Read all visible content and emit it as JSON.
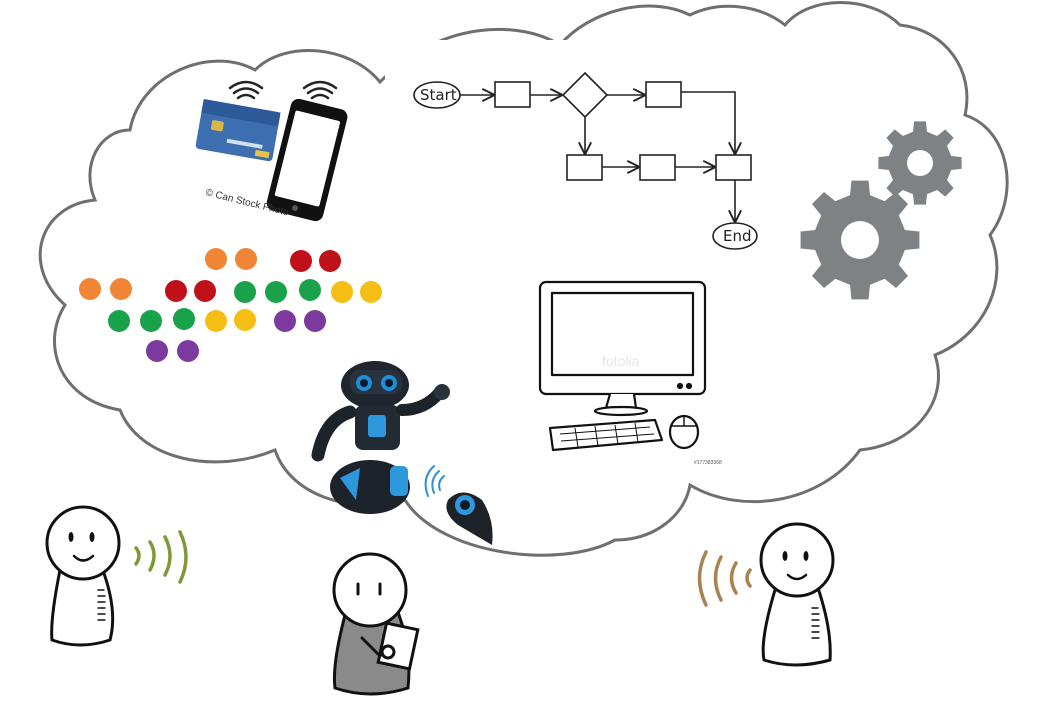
{
  "credit_text": "© Can Stock Photo",
  "flowchart": {
    "start_label": "Start",
    "end_label": "End"
  },
  "computer": {
    "watermark": "fotolia",
    "stock_id": "#177383368"
  },
  "colors": {
    "cloud_stroke": "#6f6f6f",
    "gear": "#7f8285",
    "orange": "#ef8535",
    "red": "#c0111b",
    "green": "#19a24a",
    "yellow": "#f6be14",
    "purple": "#7d3a9e",
    "signal_green": "#7c9a3a",
    "signal_brown": "#a88350"
  },
  "dots": [
    {
      "color": "orange"
    },
    {
      "color": "orange"
    },
    {
      "color": "red"
    },
    {
      "color": "red"
    },
    {
      "color": "orange"
    },
    {
      "color": "orange"
    },
    {
      "color": "red"
    },
    {
      "color": "red"
    },
    {
      "color": "green"
    },
    {
      "color": "green"
    },
    {
      "color": "green"
    },
    {
      "color": "yellow"
    },
    {
      "color": "yellow"
    },
    {
      "color": "green"
    },
    {
      "color": "green"
    },
    {
      "color": "green"
    },
    {
      "color": "yellow"
    },
    {
      "color": "yellow"
    },
    {
      "color": "purple"
    },
    {
      "color": "purple"
    },
    {
      "color": "purple"
    },
    {
      "color": "purple"
    }
  ]
}
